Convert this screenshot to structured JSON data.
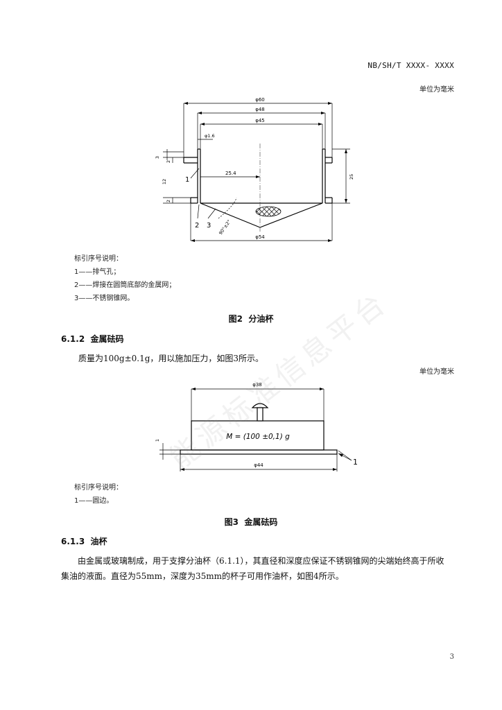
{
  "header": {
    "standard_number": "NB/SH/T XXXX- XXXX"
  },
  "figure2": {
    "unit_note": "单位为毫米",
    "dims": {
      "d60": "φ60",
      "d48": "φ48",
      "d45": "φ45",
      "d1_6": "φ1.6",
      "d54": "φ54",
      "r25_4": "25.4",
      "h3": "3",
      "h2_top": "2",
      "h12": "12",
      "h2_bottom": "2",
      "h25": "25",
      "angle": "90°±2°"
    },
    "labels": {
      "n1": "1",
      "n2": "2",
      "n3": "3"
    },
    "legend_title": "标引序号说明：",
    "legend_items": [
      "1——排气孔；",
      "2——焊接在圆筒底部的金属网；",
      "3——不锈钢锥网。"
    ],
    "caption": "图2  分油杯"
  },
  "section_6_1_2": {
    "heading": "6.1.2  金属砝码",
    "text": "质量为100g±0.1g，用以施加压力，如图3所示。"
  },
  "figure3": {
    "unit_note": "单位为毫米",
    "dims": {
      "d38": "φ38",
      "d44": "φ44",
      "h1": "1"
    },
    "mass_label": "M = (100 ±0,1) g",
    "labels": {
      "n1": "1"
    },
    "legend_title": "标引序号说明：",
    "legend_items": [
      "1——圆边。"
    ],
    "caption": "图3  金属砝码"
  },
  "section_6_1_3": {
    "heading": "6.1.3  油杯",
    "text": "由金属或玻璃制成，用于支撑分油杯（6.1.1），其直径和深度应保证不锈钢锥网的尖端始终高于所收集油的液面。直径为55mm，深度为35mm的杯子可用作油杯，如图4所示。"
  },
  "footer": {
    "page_number": "3"
  },
  "watermark": {
    "text": "能源标准信息平台"
  }
}
